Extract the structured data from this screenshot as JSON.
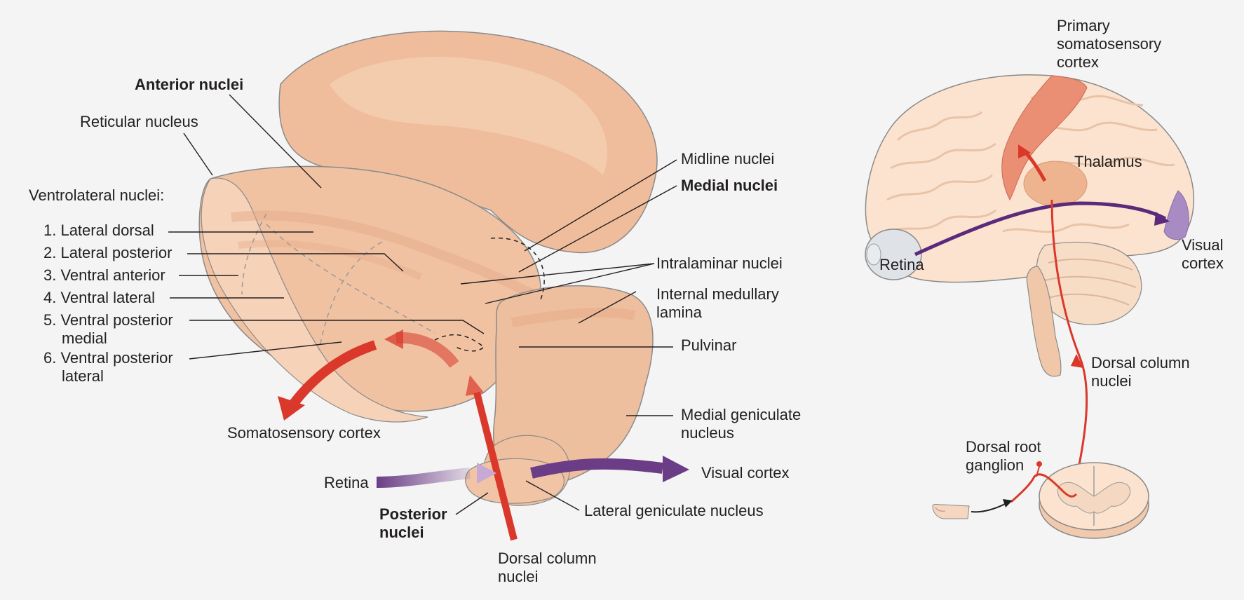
{
  "thalamus": {
    "anterior_nuclei": "Anterior nuclei",
    "reticular_nucleus": "Reticular nucleus",
    "ventrolateral_heading": "Ventrolateral nuclei:",
    "ventrolateral_items": [
      "1. Lateral dorsal",
      "2. Lateral posterior",
      "3. Ventral anterior",
      "4. Ventral lateral",
      "5. Ventral posterior",
      "medial",
      "6. Ventral posterior",
      "lateral"
    ],
    "midline_nuclei": "Midline nuclei",
    "medial_nuclei": "Medial nuclei",
    "intralaminar_nuclei": "Intralaminar nuclei",
    "internal_medullary_lamina": [
      "Internal medullary",
      "lamina"
    ],
    "pulvinar": "Pulvinar",
    "medial_geniculate_nucleus": [
      "Medial geniculate",
      "nucleus"
    ],
    "somatosensory_cortex": "Somatosensory cortex",
    "retina": "Retina",
    "visual_cortex": "Visual cortex",
    "posterior_nuclei": [
      "Posterior",
      "nuclei"
    ],
    "lateral_geniculate_nucleus": "Lateral geniculate nucleus",
    "dorsal_column_nuclei": [
      "Dorsal column",
      "nuclei"
    ]
  },
  "brain": {
    "primary_somatosensory_cortex": [
      "Primary",
      "somatosensory",
      "cortex"
    ],
    "thalamus": "Thalamus",
    "retina": "Retina",
    "visual_cortex": [
      "Visual",
      "cortex"
    ],
    "dorsal_column_nuclei": [
      "Dorsal column",
      "nuclei"
    ],
    "dorsal_root_ganglion": [
      "Dorsal root",
      "ganglion"
    ]
  },
  "colors": {
    "background": "#f4f4f4",
    "thalamus_fill": "#f1c3a3",
    "somatosensory_pathway": "#d9382a",
    "visual_pathway": "#6b3d86",
    "cortex_fill": "#fbe3cf",
    "primary_somatosensory_fill": "#eb8f74",
    "visual_cortex_fill": "#a88bc3",
    "label_text": "#231f20",
    "leader_line": "#231f20"
  }
}
